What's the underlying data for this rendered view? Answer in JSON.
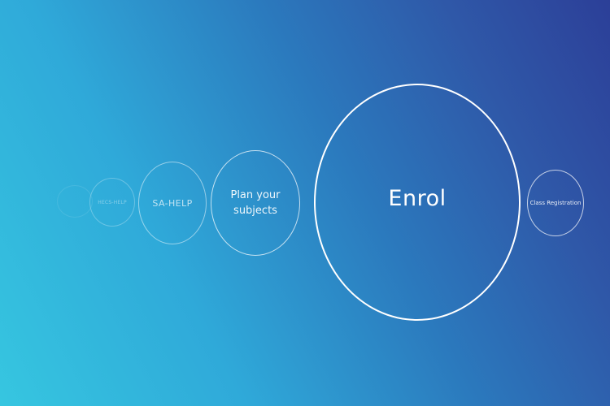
{
  "steps": {
    "hecs_help": "HECS-HELP",
    "sa_help": "SA-HELP",
    "plan_subjects": "Plan your\nsubjects",
    "enrol": "Enrol",
    "class_registration": "Class Registration"
  },
  "colors": {
    "gradient_start": "#36c6e0",
    "gradient_end": "#2c3f98",
    "circle_stroke": "#ffffff"
  }
}
